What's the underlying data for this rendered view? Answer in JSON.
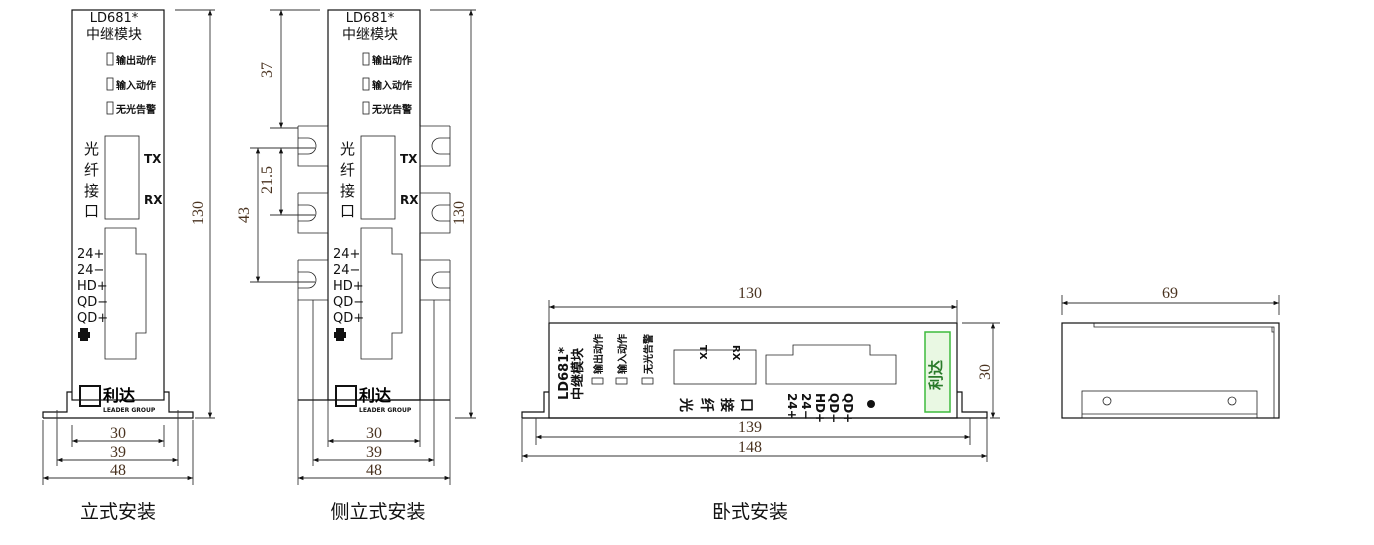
{
  "module": {
    "model": "LD681*",
    "name": "中继模块",
    "leds": [
      "输出动作",
      "输入动作",
      "无光告警"
    ],
    "fiber_label": [
      "光",
      "纤",
      "接",
      "口"
    ],
    "tx": "TX",
    "rx": "RX",
    "terminals": [
      "24+",
      "24−",
      "HD+",
      "QD−",
      "QD+"
    ],
    "logo_text": "利达",
    "logo_sub": "LEADER GROUP"
  },
  "dims": {
    "height": "130",
    "w30": "30",
    "w39": "39",
    "w48": "48",
    "d37": "37",
    "d21_5": "21.5",
    "d43": "43",
    "h139": "139",
    "h148": "148",
    "h30": "30",
    "depth69": "69"
  },
  "captions": {
    "vertical": "立式安装",
    "side_vertical": "侧立式安装",
    "horizontal": "卧式安装"
  },
  "colors": {
    "logo_green": "#3dbb3d",
    "dim_text": "#4a3320"
  }
}
